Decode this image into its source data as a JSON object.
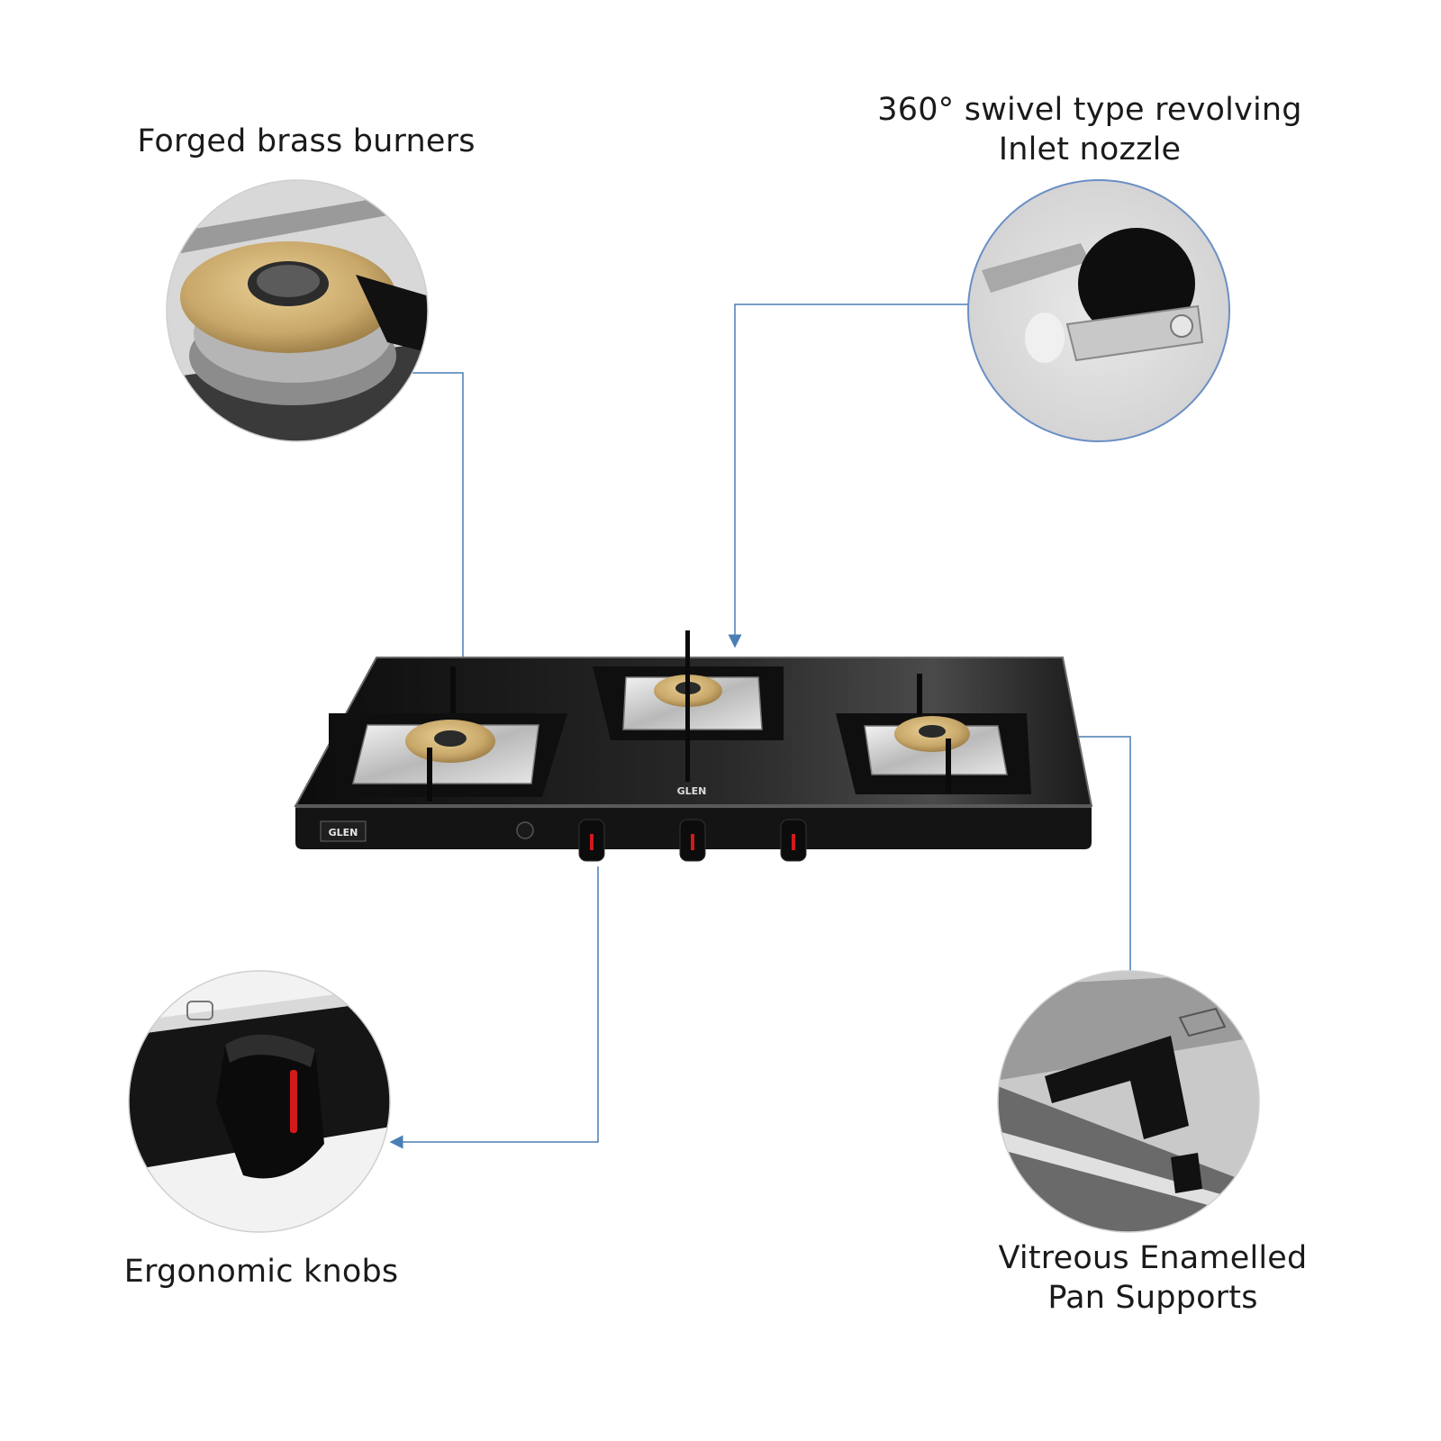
{
  "callouts": {
    "burners": {
      "lines": [
        "Forged brass burners"
      ]
    },
    "nozzle": {
      "lines": [
        "360° swivel type revolving",
        "Inlet nozzle"
      ]
    },
    "knobs": {
      "lines": [
        "Ergonomic knobs"
      ]
    },
    "supports": {
      "lines": [
        "Vitreous Enamelled",
        "Pan Supports"
      ]
    }
  },
  "product": {
    "brand_plate": "GLEN",
    "brand_top": "GLEN"
  },
  "colors": {
    "accent_line": "#4a7fb5",
    "brass": "#c9a86a",
    "glass_top": "#141414",
    "knob_marker": "#d11a1a"
  }
}
